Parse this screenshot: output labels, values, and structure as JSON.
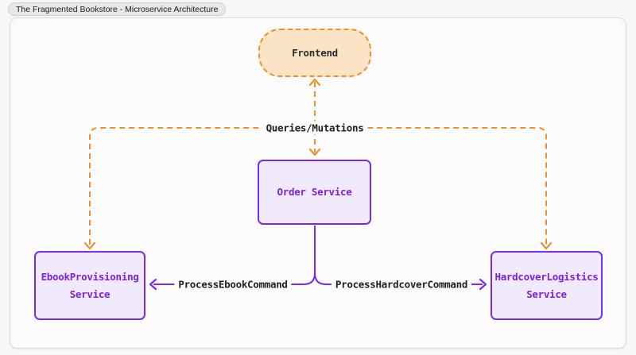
{
  "title_badge": {
    "label": "The Fragmented Bookstore - Microservice Architecture"
  },
  "diagram": {
    "nodes": {
      "frontend": {
        "label": "Frontend"
      },
      "order_service": {
        "label": "Order Service"
      },
      "ebook_provisioning": {
        "lines": [
          "EbookProvisioning",
          "Service"
        ]
      },
      "hardcover_logistics": {
        "lines": [
          "HardcoverLogistics",
          "Service"
        ]
      }
    },
    "edges": {
      "queries_mutations": {
        "label": "Queries/Mutations"
      },
      "process_ebook": {
        "label": "ProcessEbookCommand"
      },
      "process_hardcover": {
        "label": "ProcessHardcoverCommand"
      }
    },
    "colors": {
      "orange": "#ef8f2e",
      "orange-fill": "#fbe3c6",
      "purple": "#7d2ae8",
      "purple-fill": "#f1e9fc",
      "purple-text": "#7d1fe0",
      "edge-text": "#1f1f1f"
    }
  }
}
